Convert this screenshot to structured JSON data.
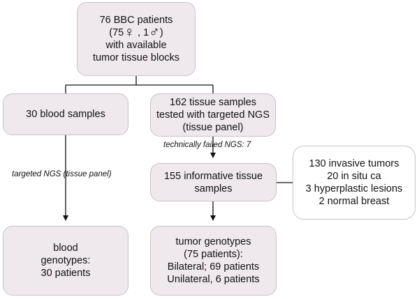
{
  "top": {
    "line1": "76 BBC patients",
    "female_count": "75",
    "female_symbol": "♀",
    "male_count": "1",
    "male_symbol": "♂",
    "line3": "with available",
    "line4": "tumor tissue blocks"
  },
  "blood": {
    "label": "30 blood samples"
  },
  "tissue": {
    "lines": [
      "162 tissue samples",
      "tested with targeted NGS",
      "(tissue panel)"
    ]
  },
  "failed_label": "technically failed NGS: 7",
  "ngs_label": "targeted NGS (tissue panel)",
  "informative": {
    "lines": [
      "155 informative tissue",
      "samples"
    ]
  },
  "breakdown": {
    "lines": [
      "130 invasive tumors",
      "20 in situ ca",
      "3 hyperplastic lesions",
      "2 normal breast"
    ]
  },
  "blood_genotypes": {
    "lines": [
      "blood",
      "genotypes:",
      "30 patients"
    ]
  },
  "tumor_genotypes": {
    "lines": [
      "tumor genotypes",
      "(75 patients):",
      "Bilateral; 69 patients",
      "Unilateral, 6 patients"
    ]
  }
}
